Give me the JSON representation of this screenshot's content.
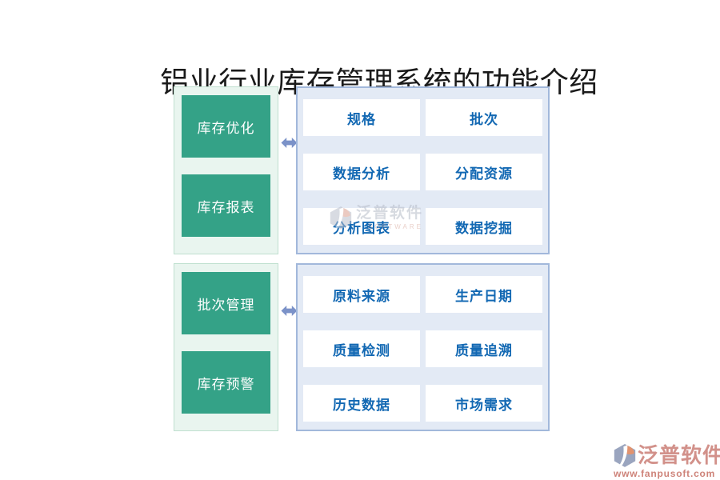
{
  "title": "铝业行业库存管理系统的功能介绍",
  "groups": [
    {
      "left_items": [
        {
          "label": "库存优化"
        },
        {
          "label": "库存报表"
        }
      ],
      "right_items": [
        {
          "label": "规格"
        },
        {
          "label": "批次"
        },
        {
          "label": "数据分析"
        },
        {
          "label": "分配资源"
        },
        {
          "label": "分析图表"
        },
        {
          "label": "数据挖掘"
        }
      ]
    },
    {
      "left_items": [
        {
          "label": "批次管理"
        },
        {
          "label": "库存预警"
        }
      ],
      "right_items": [
        {
          "label": "原料来源"
        },
        {
          "label": "生产日期"
        },
        {
          "label": "质量检测"
        },
        {
          "label": "质量追溯"
        },
        {
          "label": "历史数据"
        },
        {
          "label": "市场需求"
        }
      ]
    }
  ],
  "watermark": {
    "brand": "泛普软件",
    "subtext": "SOFTWARE"
  },
  "footer": {
    "brand": "泛普软件",
    "url": "www.fanpusoft.com"
  },
  "icons": {
    "arrow": "double-horizontal-arrow-icon",
    "logo": "fanpu-hexagon-logo-icon"
  },
  "colors": {
    "button_green": "#34a287",
    "left_panel_bg": "#e9f5ef",
    "left_panel_border": "#c0e0d0",
    "right_panel_bg": "#e3eaf5",
    "right_panel_border": "#a2b8db",
    "box_text_blue": "#1268b3",
    "arrow_blue": "#7b92c8",
    "logo_salmon": "#d2918a",
    "title_color": "#1a1a1a"
  }
}
